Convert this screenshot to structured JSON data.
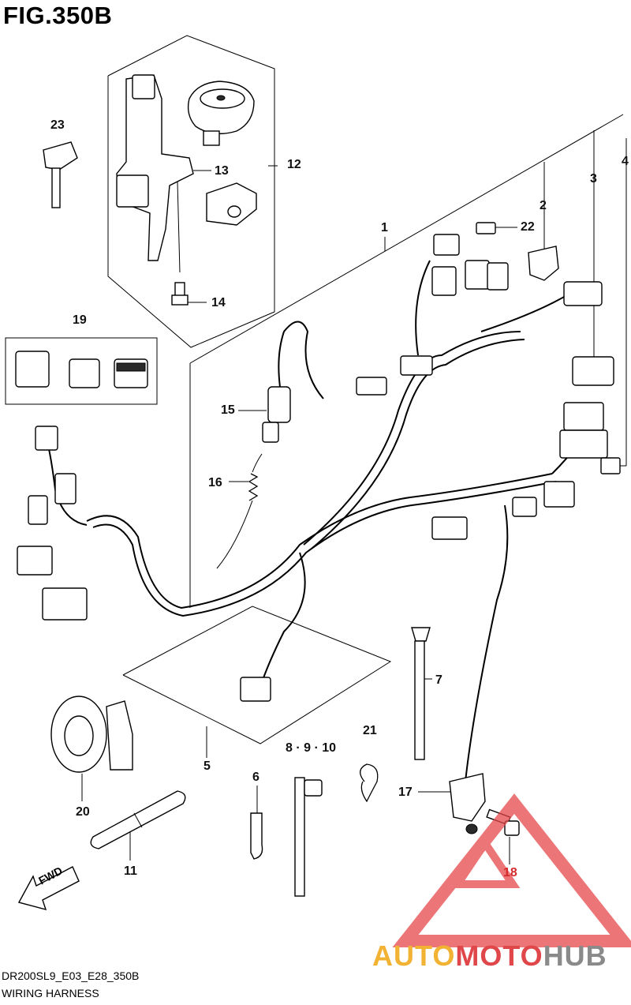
{
  "figure": {
    "title": "FIG.350B"
  },
  "footer": {
    "model_code": "DR200SL9_E03_E28_350B",
    "section_name": "WIRING HARNESS"
  },
  "fwd_label": "FWD",
  "watermark": {
    "part1": "AUTO",
    "part2": "MOTO",
    "part3": "HUB"
  },
  "callouts": {
    "c1": "1",
    "c2": "2",
    "c3": "3",
    "c4": "4",
    "c5": "5",
    "c6": "6",
    "c7": "7",
    "c8910": "8 · 9 · 10",
    "c11": "11",
    "c12": "12",
    "c13": "13",
    "c14": "14",
    "c15": "15",
    "c16": "16",
    "c17": "17",
    "c18": "18",
    "c19": "19",
    "c20": "20",
    "c21": "21",
    "c22": "22",
    "c23": "23"
  },
  "colors": {
    "line": "#000000",
    "watermark_red": "#e5484a",
    "watermark_yellow": "#f2b233",
    "watermark_gray": "#8a8a8a"
  }
}
